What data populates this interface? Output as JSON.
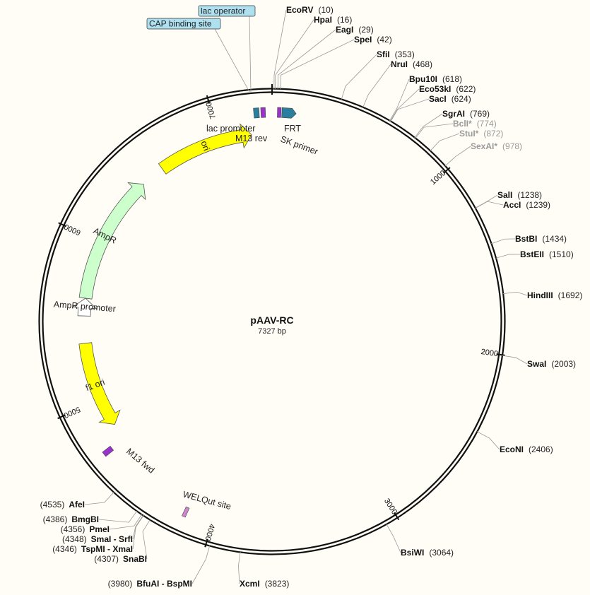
{
  "plasmid": {
    "name": "pAAV-RC",
    "length_label": "7327 bp",
    "length": 7327
  },
  "colors": {
    "background": "#fffdf6",
    "backbone": "#111111",
    "ori": "#ffff00",
    "ampr": "#ccffcc",
    "promoter": "#ffffff",
    "primer": "#9933cc",
    "teal": "#2b7f9e",
    "label_box": "#aee0ef"
  },
  "ticks": [
    {
      "bp": 1000,
      "label": "1000"
    },
    {
      "bp": 2000,
      "label": "2000"
    },
    {
      "bp": 3000,
      "label": "3000"
    },
    {
      "bp": 4000,
      "label": "4000"
    },
    {
      "bp": 5000,
      "label": "5000"
    },
    {
      "bp": 6000,
      "label": "6000"
    },
    {
      "bp": 7000,
      "label": "7000"
    }
  ],
  "sites": [
    {
      "name": "EcoRV",
      "pos": "(10)",
      "bp": 10,
      "side": "right"
    },
    {
      "name": "HpaI",
      "pos": "(16)",
      "bp": 16,
      "side": "right"
    },
    {
      "name": "EagI",
      "pos": "(29)",
      "bp": 29,
      "side": "right"
    },
    {
      "name": "SpeI",
      "pos": "(42)",
      "bp": 42,
      "side": "right"
    },
    {
      "name": "SfiI",
      "pos": "(353)",
      "bp": 353,
      "side": "right"
    },
    {
      "name": "NruI",
      "pos": "(468)",
      "bp": 468,
      "side": "right"
    },
    {
      "name": "Bpu10I",
      "pos": "(618)",
      "bp": 618,
      "side": "right"
    },
    {
      "name": "Eco53kI",
      "pos": "(622)",
      "bp": 622,
      "side": "right"
    },
    {
      "name": "SacI",
      "pos": "(624)",
      "bp": 624,
      "side": "right"
    },
    {
      "name": "SgrAI",
      "pos": "(769)",
      "bp": 769,
      "side": "right"
    },
    {
      "name": "BclI*",
      "pos": "(774)",
      "bp": 774,
      "side": "right",
      "gray": true
    },
    {
      "name": "StuI*",
      "pos": "(872)",
      "bp": 872,
      "side": "right",
      "gray": true
    },
    {
      "name": "SexAI*",
      "pos": "(978)",
      "bp": 978,
      "side": "right",
      "gray": true
    },
    {
      "name": "SalI",
      "pos": "(1238)",
      "bp": 1238,
      "side": "right"
    },
    {
      "name": "AccI",
      "pos": "(1239)",
      "bp": 1239,
      "side": "right"
    },
    {
      "name": "BstBI",
      "pos": "(1434)",
      "bp": 1434,
      "side": "right"
    },
    {
      "name": "BstEII",
      "pos": "(1510)",
      "bp": 1510,
      "side": "right"
    },
    {
      "name": "HindIII",
      "pos": "(1692)",
      "bp": 1692,
      "side": "right"
    },
    {
      "name": "SwaI",
      "pos": "(2003)",
      "bp": 2003,
      "side": "right"
    },
    {
      "name": "EcoNI",
      "pos": "(2406)",
      "bp": 2406,
      "side": "right"
    },
    {
      "name": "BsiWI",
      "pos": "(3064)",
      "bp": 3064,
      "side": "right"
    },
    {
      "name": "XcmI",
      "pos": "(3823)",
      "bp": 3823,
      "side": "right"
    },
    {
      "name": "BfuAI - BspMI",
      "pos": "(3980)",
      "bp": 3980,
      "side": "left"
    },
    {
      "name": "SnaBI",
      "pos": "(4307)",
      "bp": 4307,
      "side": "left"
    },
    {
      "name": "TspMI - XmaI",
      "pos": "(4346)",
      "bp": 4346,
      "side": "left"
    },
    {
      "name": "SmaI - SrfI",
      "pos": "(4348)",
      "bp": 4348,
      "side": "left"
    },
    {
      "name": "PmeI",
      "pos": "(4356)",
      "bp": 4356,
      "side": "left"
    },
    {
      "name": "BmgBI",
      "pos": "(4386)",
      "bp": 4386,
      "side": "left"
    },
    {
      "name": "AfeI",
      "pos": "(4535)",
      "bp": 4535,
      "side": "left"
    }
  ],
  "features": [
    {
      "name": "ori",
      "type": "arrow",
      "start": 6600,
      "end": 7200,
      "color": "#ffff00",
      "label_inside": true
    },
    {
      "name": "AmpR",
      "type": "arrow",
      "start": 5640,
      "end": 6450,
      "color": "#ccffcc",
      "label_inside": true
    },
    {
      "name": "AmpR promoter",
      "type": "arrow",
      "start": 5530,
      "end": 5640,
      "color": "#ffffff",
      "label_inside": true
    },
    {
      "name": "f1 ori",
      "type": "arrow",
      "start": 4820,
      "end": 5360,
      "color": "#ffff00",
      "reverse": true,
      "label_inside": true
    },
    {
      "name": "lac promoter",
      "type": "box",
      "start": 7225,
      "end": 7255,
      "color": "#2b7f9e"
    },
    {
      "name": "M13 rev",
      "type": "primer",
      "start": 7265,
      "end": 7290,
      "color": "#9933cc"
    },
    {
      "name": "SK primer",
      "type": "primer",
      "start": 30,
      "end": 50,
      "color": "#9933cc"
    },
    {
      "name": "FRT",
      "type": "arrow",
      "start": 55,
      "end": 110,
      "color": "#2b7f9e"
    },
    {
      "name": "M13 fwd",
      "type": "primer",
      "start": 4700,
      "end": 4730,
      "color": "#9933cc"
    },
    {
      "name": "WELQut site",
      "type": "primer",
      "start": 4150,
      "end": 4170,
      "color": "#cc88cc"
    }
  ],
  "feature_labels": [
    {
      "text": "lac promoter",
      "feature": "lac promoter"
    },
    {
      "text": "M13 rev",
      "feature": "M13 rev"
    },
    {
      "text": "FRT",
      "feature": "FRT"
    },
    {
      "text": "SK primer",
      "feature": "SK primer"
    },
    {
      "text": "M13 fwd",
      "feature": "M13 fwd"
    },
    {
      "text": "WELQut site",
      "feature": "WELQut site"
    }
  ],
  "boxed_labels": [
    {
      "text": "lac operator"
    },
    {
      "text": "CAP binding site"
    }
  ]
}
